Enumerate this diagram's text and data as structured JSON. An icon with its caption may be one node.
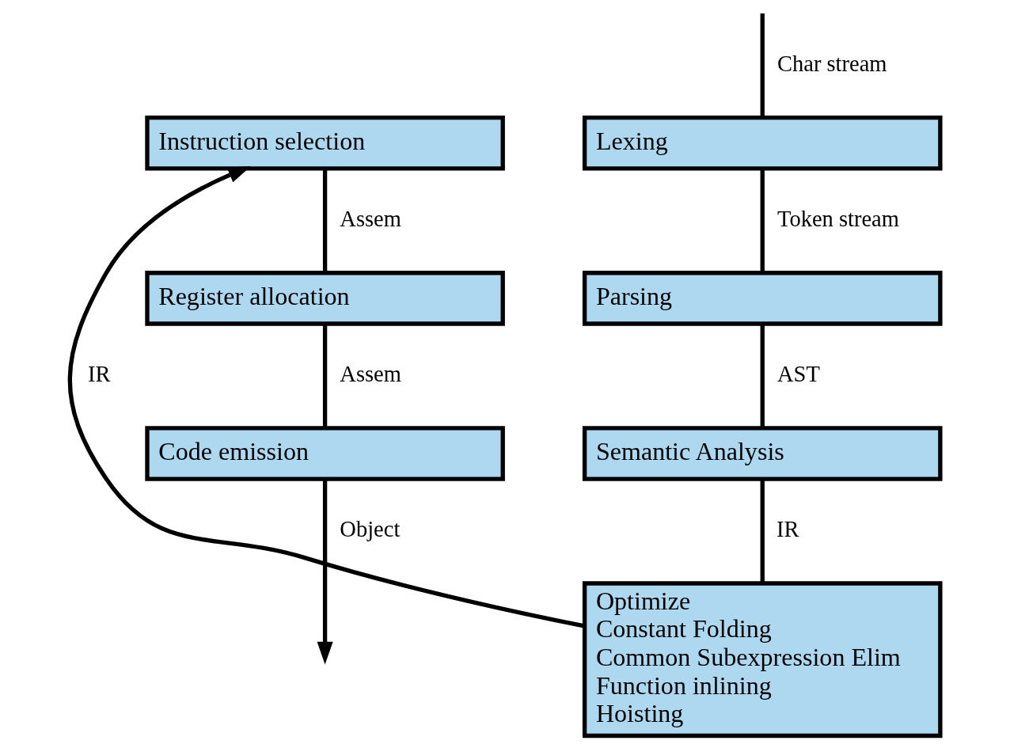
{
  "diagram": {
    "nodes": [
      {
        "text": [
          "Lexing"
        ]
      },
      {
        "text": [
          "Parsing"
        ]
      },
      {
        "text": [
          "Semantic Analysis"
        ]
      },
      {
        "text": [
          "Optimize",
          "Constant Folding",
          "Common Subexpression Elim",
          "Function inlining",
          "Hoisting"
        ]
      },
      {
        "text": [
          "Instruction selection"
        ]
      },
      {
        "text": [
          "Register allocation"
        ]
      },
      {
        "text": [
          "Code emission"
        ]
      }
    ],
    "edges": [
      {
        "from": null,
        "to": 0,
        "arrow": "none",
        "label": "Char stream"
      },
      {
        "from": 0,
        "to": 1,
        "arrow": "none",
        "label": "Token stream"
      },
      {
        "from": 1,
        "to": 2,
        "arrow": "none",
        "label": "AST"
      },
      {
        "from": 2,
        "to": 3,
        "arrow": "none",
        "label": "IR"
      },
      {
        "from": 3,
        "to": 4,
        "arrow": "to",
        "label": "IR"
      },
      {
        "from": 4,
        "to": 5,
        "arrow": "none",
        "label": "Assem"
      },
      {
        "from": 5,
        "to": 6,
        "arrow": "none",
        "label": "Assem"
      },
      {
        "from": 6,
        "to": null,
        "arrow": "to",
        "label": "Object"
      }
    ]
  }
}
